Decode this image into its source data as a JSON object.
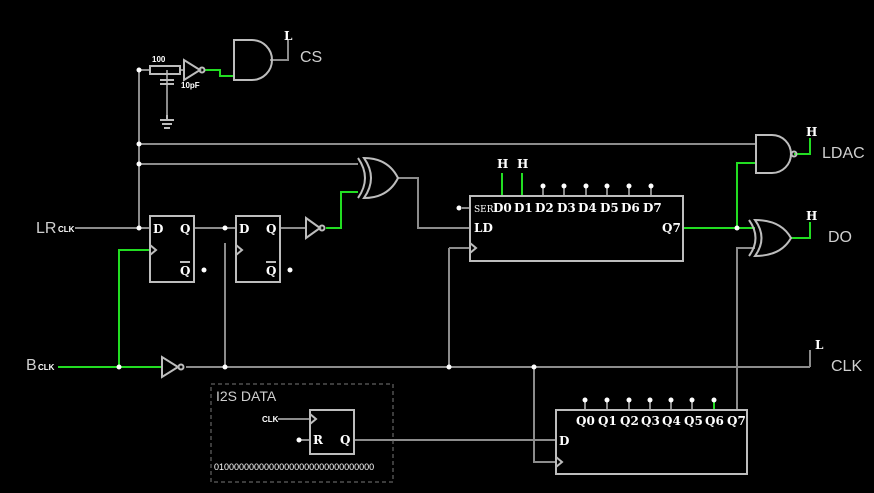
{
  "labels": {
    "cs": "CS",
    "ldac": "LDAC",
    "do": "DO",
    "clk": "CLK",
    "lr_main": "LR",
    "lr_sub": "CLK",
    "b_main": "B",
    "b_sub": "CLK"
  },
  "logic_levels": {
    "cs": "L",
    "ldac": "H",
    "do": "H",
    "clk": "L",
    "d0": "H",
    "d1": "H"
  },
  "rc_filter": {
    "resistor": "100",
    "capacitor": "10pF"
  },
  "flipflop_1": {
    "d": "D",
    "q": "Q",
    "qbar": "Q"
  },
  "flipflop_2": {
    "d": "D",
    "q": "Q",
    "qbar": "Q"
  },
  "shift_register_piso": {
    "ser": "SER",
    "inputs": [
      "D0",
      "D1",
      "D2",
      "D3",
      "D4",
      "D5",
      "D6",
      "D7"
    ],
    "ld": "LD",
    "out": "Q7"
  },
  "shift_register_sipo": {
    "d": "D",
    "outputs": [
      "Q0",
      "Q1",
      "Q2",
      "Q3",
      "Q4",
      "Q5",
      "Q6",
      "Q7"
    ]
  },
  "i2s_data": {
    "title": "I2S DATA",
    "clk": "CLK",
    "r": "R",
    "q": "Q",
    "bits": "01000000000000000000000000000000"
  },
  "colors": {
    "background": "#000000",
    "wire_low": "#8c8c8c",
    "wire_high": "#22dd22",
    "component": "#bdbdbd",
    "text": "#ffffff"
  }
}
